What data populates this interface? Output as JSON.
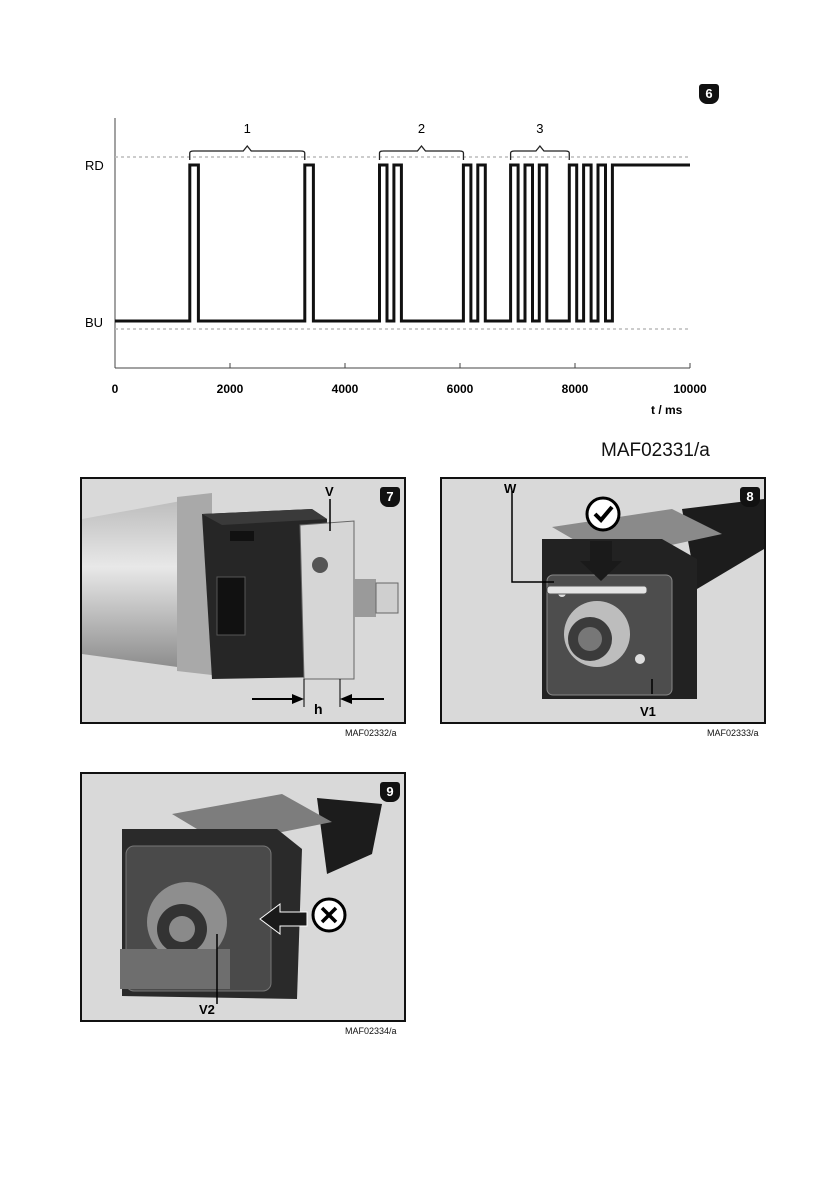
{
  "figure6": {
    "badge": "6",
    "code": "MAF02331/a",
    "chart_data": {
      "type": "line",
      "title": "",
      "xlabel": "t / ms",
      "ylabel": "",
      "xlim": [
        0,
        10000
      ],
      "x_ticks": [
        "0",
        "2000",
        "4000",
        "6000",
        "8000",
        "10000"
      ],
      "y_levels": [
        "RD",
        "BU"
      ],
      "series": [
        {
          "step_points": [
            [
              0,
              "BU"
            ],
            [
              1300,
              "BU"
            ],
            [
              1300,
              "RD"
            ],
            [
              1450,
              "RD"
            ],
            [
              1450,
              "BU"
            ],
            [
              3300,
              "BU"
            ],
            [
              3300,
              "RD"
            ],
            [
              3450,
              "RD"
            ],
            [
              3450,
              "BU"
            ],
            [
              4600,
              "BU"
            ],
            [
              4600,
              "RD"
            ],
            [
              4730,
              "RD"
            ],
            [
              4730,
              "BU"
            ],
            [
              4850,
              "BU"
            ],
            [
              4850,
              "RD"
            ],
            [
              4980,
              "RD"
            ],
            [
              4980,
              "BU"
            ],
            [
              6060,
              "BU"
            ],
            [
              6060,
              "RD"
            ],
            [
              6190,
              "RD"
            ],
            [
              6190,
              "BU"
            ],
            [
              6310,
              "BU"
            ],
            [
              6310,
              "RD"
            ],
            [
              6440,
              "RD"
            ],
            [
              6440,
              "BU"
            ],
            [
              6880,
              "BU"
            ],
            [
              6880,
              "RD"
            ],
            [
              7010,
              "RD"
            ],
            [
              7010,
              "BU"
            ],
            [
              7130,
              "BU"
            ],
            [
              7130,
              "RD"
            ],
            [
              7260,
              "RD"
            ],
            [
              7260,
              "BU"
            ],
            [
              7380,
              "BU"
            ],
            [
              7380,
              "RD"
            ],
            [
              7510,
              "RD"
            ],
            [
              7510,
              "BU"
            ],
            [
              7900,
              "BU"
            ],
            [
              7900,
              "RD"
            ],
            [
              8030,
              "RD"
            ],
            [
              8030,
              "BU"
            ],
            [
              8150,
              "BU"
            ],
            [
              8150,
              "RD"
            ],
            [
              8280,
              "RD"
            ],
            [
              8280,
              "BU"
            ],
            [
              8400,
              "BU"
            ],
            [
              8400,
              "RD"
            ],
            [
              8530,
              "RD"
            ],
            [
              8530,
              "BU"
            ],
            [
              8650,
              "BU"
            ],
            [
              8650,
              "RD"
            ],
            [
              10000,
              "RD"
            ]
          ]
        }
      ],
      "annotations": [
        {
          "label": "1",
          "x_from": 1300,
          "x_to": 3300
        },
        {
          "label": "2",
          "x_from": 4600,
          "x_to": 6060
        },
        {
          "label": "3",
          "x_from": 6880,
          "x_to": 7900
        }
      ],
      "grid": false
    }
  },
  "figure7": {
    "badge": "7",
    "code": "MAF02332/a",
    "label_v": "V",
    "label_h": "h"
  },
  "figure8": {
    "badge": "8",
    "code": "MAF02333/a",
    "label_w": "W",
    "label_v1": "V1",
    "check_icon": "check-circle-icon"
  },
  "figure9": {
    "badge": "9",
    "code": "MAF02334/a",
    "label_v2": "V2",
    "cross_icon": "cross-circle-icon"
  }
}
